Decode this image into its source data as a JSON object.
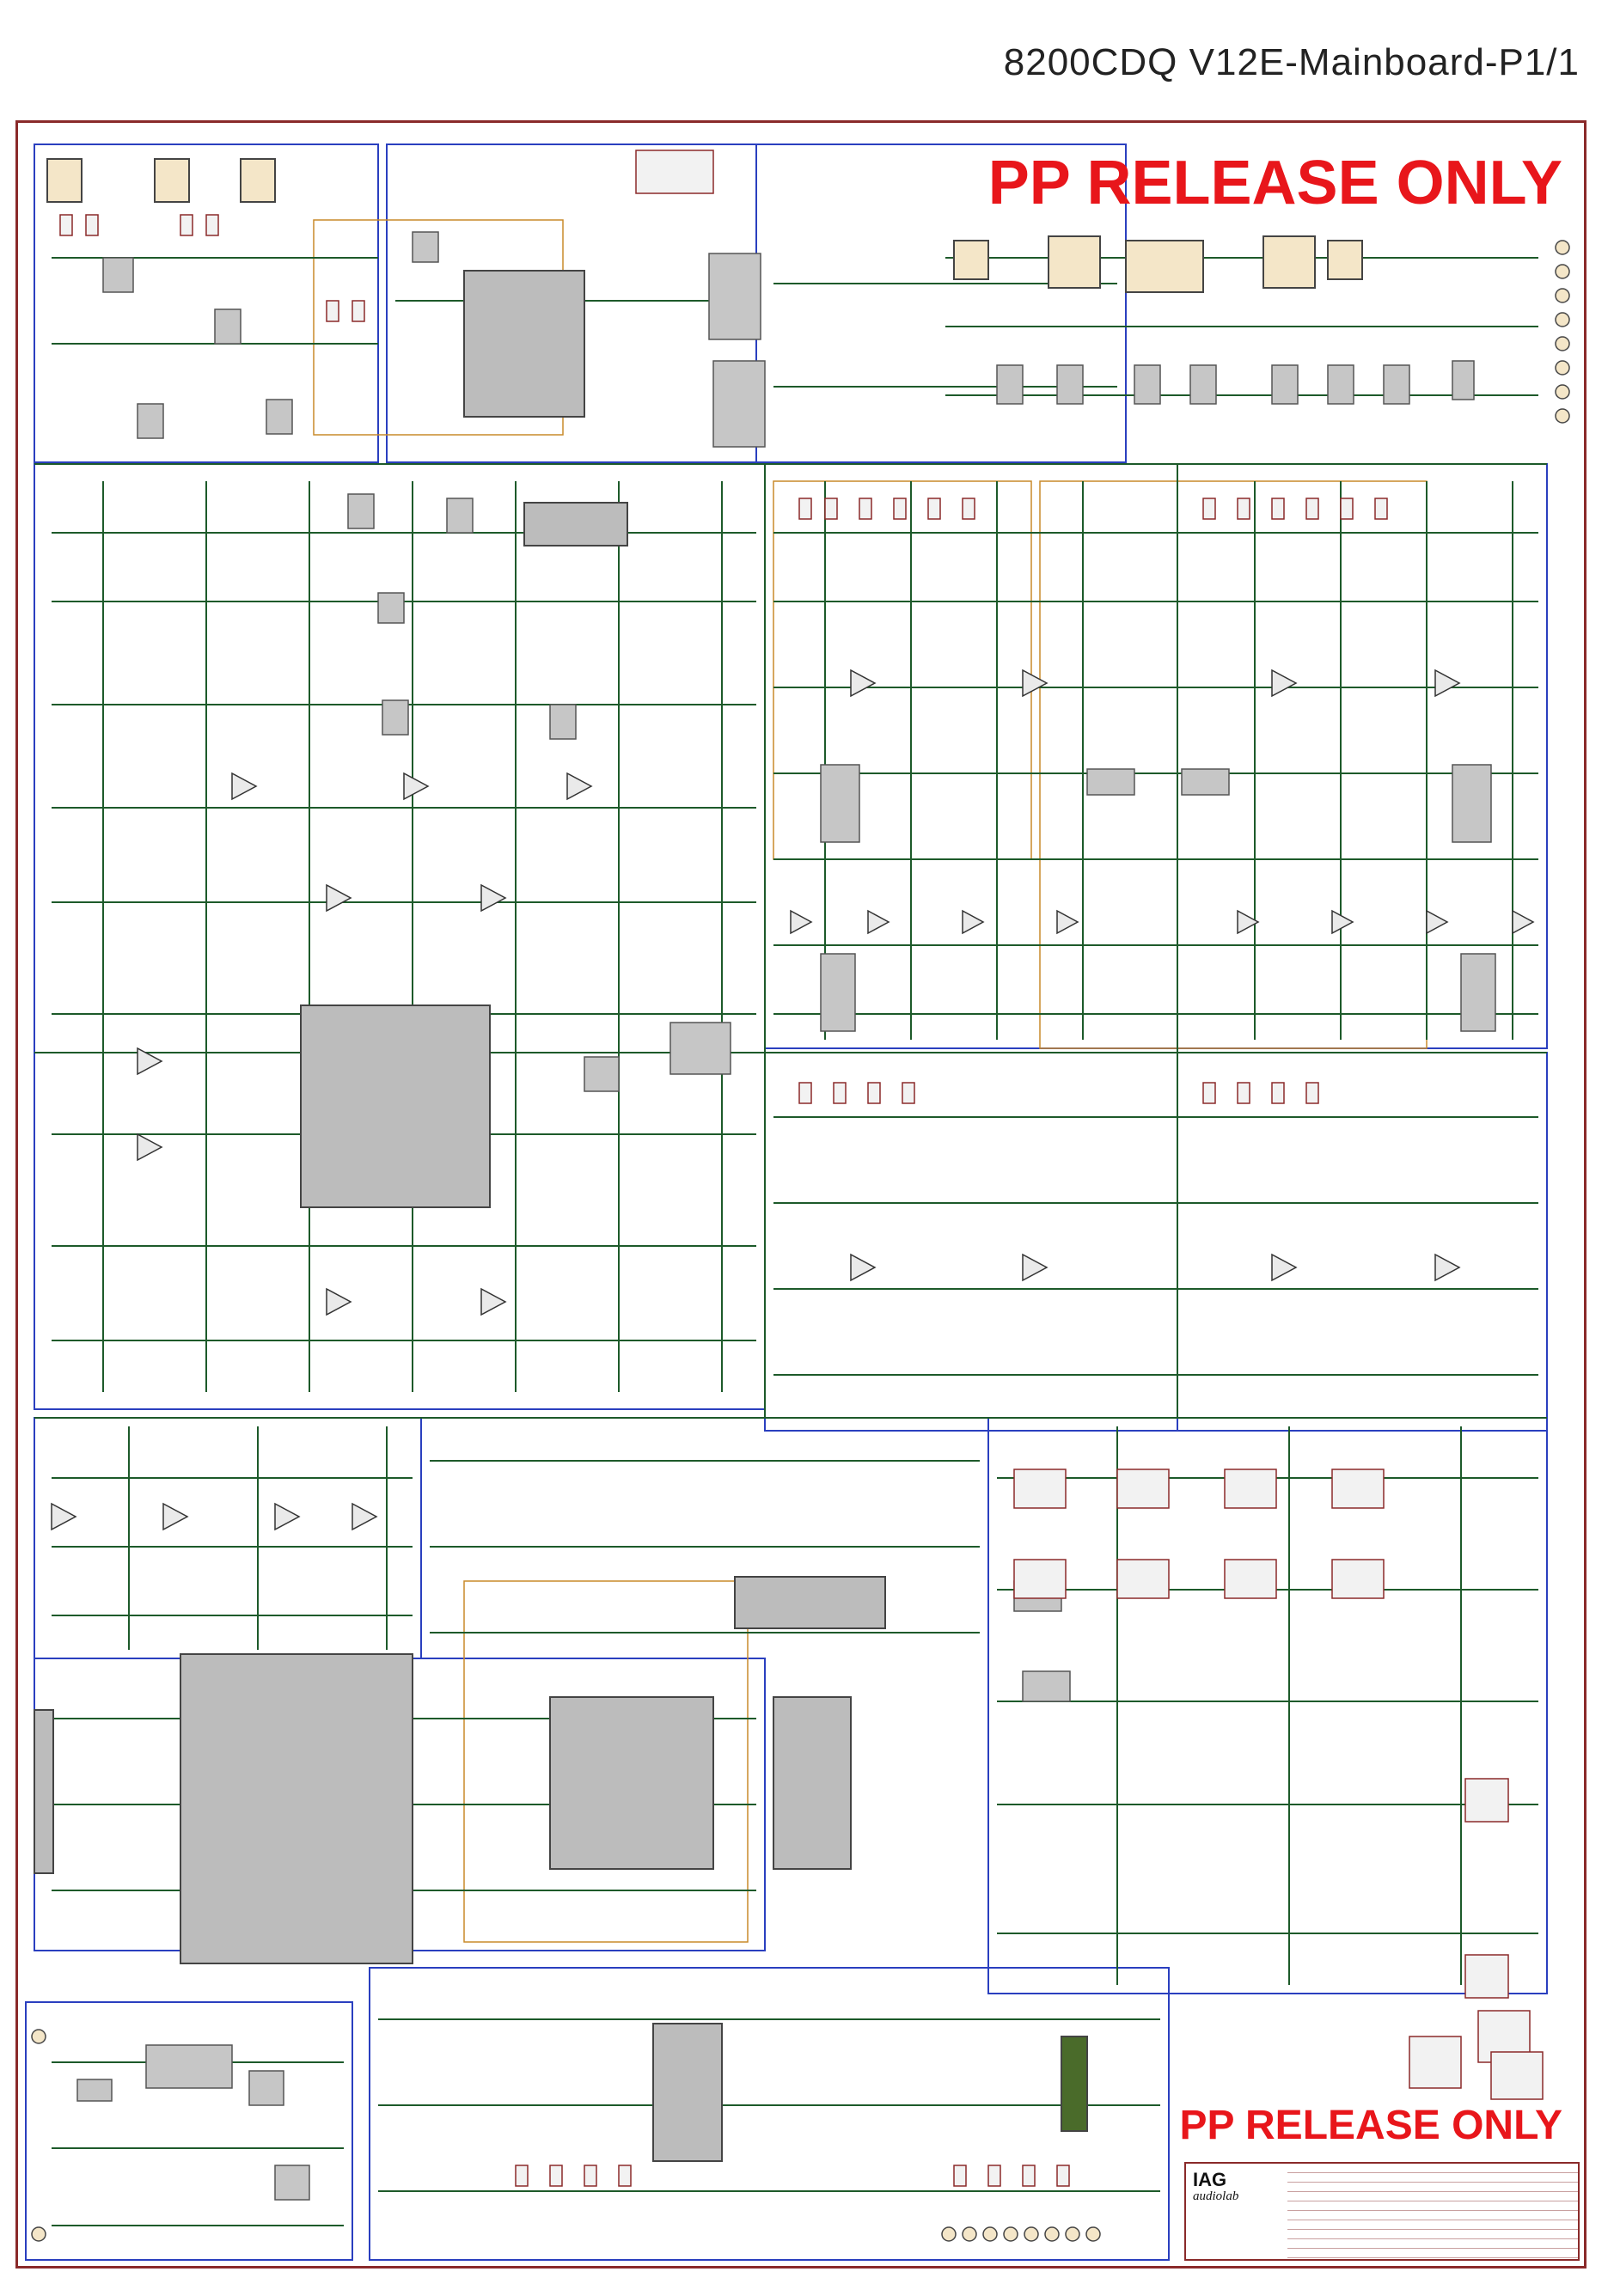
{
  "sheet": {
    "title": "8200CDQ V12E-Mainboard-P1/1",
    "notice_top": "PP RELEASE ONLY",
    "notice_bottom": "PP RELEASE ONLY"
  },
  "title_block": {
    "logo": "IAG",
    "brand": "audiolab"
  },
  "colors": {
    "notice": "#e8161b",
    "frame": "#8a2a2a",
    "wire": "#1d5a2a",
    "block_outline": "#2a3fbf",
    "chip_fill": "#bcbcbc"
  }
}
